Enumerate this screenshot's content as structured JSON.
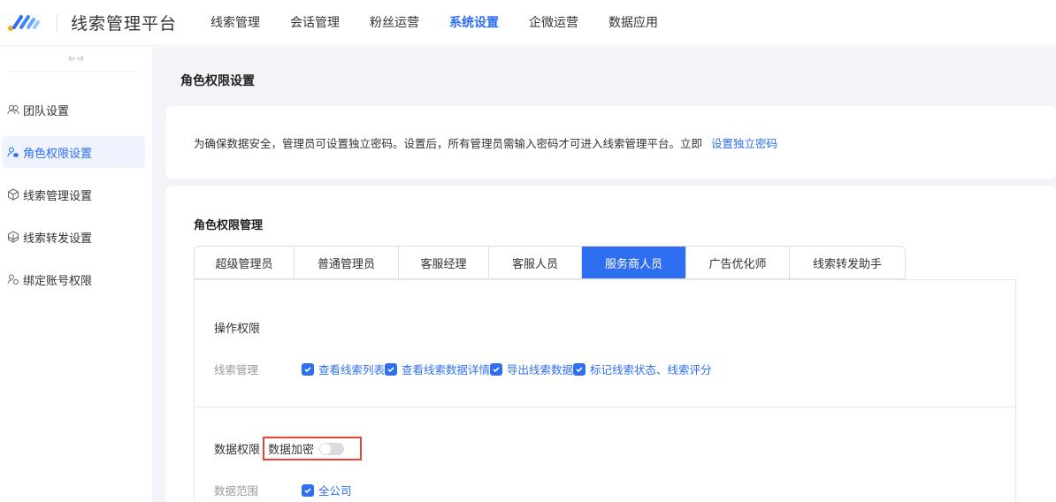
{
  "header": {
    "app_title": "线索管理平台",
    "nav": [
      {
        "label": "线索管理",
        "active": false
      },
      {
        "label": "会话管理",
        "active": false
      },
      {
        "label": "粉丝运营",
        "active": false
      },
      {
        "label": "系统设置",
        "active": true
      },
      {
        "label": "企微运营",
        "active": false
      },
      {
        "label": "数据应用",
        "active": false
      }
    ]
  },
  "sidebar": {
    "collapse_icon": "collapse-icon",
    "items": [
      {
        "label": "团队设置",
        "icon": "team-icon",
        "active": false
      },
      {
        "label": "角色权限设置",
        "icon": "role-permission-icon",
        "active": true
      },
      {
        "label": "线索管理设置",
        "icon": "cube-icon",
        "active": false
      },
      {
        "label": "线索转发设置",
        "icon": "forward-cube-icon",
        "active": false
      },
      {
        "label": "绑定账号权限",
        "icon": "bind-account-icon",
        "active": false
      }
    ]
  },
  "main": {
    "page_title": "角色权限设置",
    "notice": {
      "text": "为确保数据安全，管理员可设置独立密码。设置后，所有管理员需输入密码才可进入线索管理平台。立即",
      "link": "设置独立密码"
    },
    "permission": {
      "title": "角色权限管理",
      "tabs": [
        {
          "label": "超级管理员",
          "active": false
        },
        {
          "label": "普通管理员",
          "active": false
        },
        {
          "label": "客服经理",
          "active": false
        },
        {
          "label": "客服人员",
          "active": false
        },
        {
          "label": "服务商人员",
          "active": true
        },
        {
          "label": "广告优化师",
          "active": false
        },
        {
          "label": "线索转发助手",
          "active": false
        }
      ],
      "operation": {
        "section_label": "操作权限",
        "row_label": "线索管理",
        "checks": [
          {
            "label": "查看线索列表",
            "checked": true
          },
          {
            "label": "查看线索数据详情",
            "checked": true
          },
          {
            "label": "导出线索数据",
            "checked": true
          },
          {
            "label": "标记线索状态、线索评分",
            "checked": true
          }
        ]
      },
      "data": {
        "section_label": "数据权限",
        "encrypt_label": "数据加密",
        "encrypt_enabled": false,
        "scope_label": "数据范围",
        "scope_checks": [
          {
            "label": "全公司",
            "checked": true
          }
        ]
      }
    }
  },
  "colors": {
    "accent": "#2e6ff2",
    "highlight_border": "#e2453a",
    "page_bg": "#f3f4f7"
  }
}
